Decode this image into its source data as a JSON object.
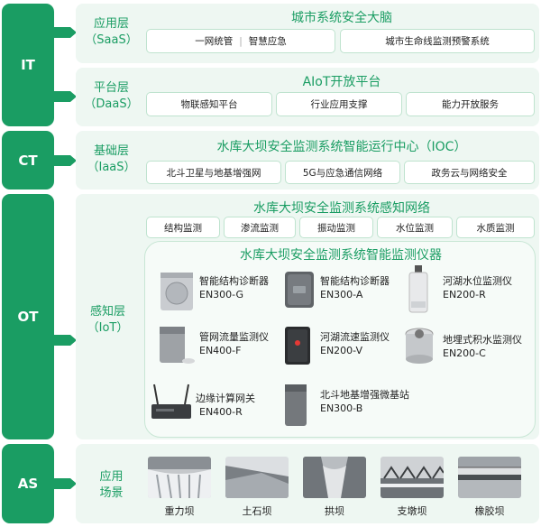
{
  "layers": {
    "it": "IT",
    "ct": "CT",
    "ot": "OT",
    "as": "AS"
  },
  "saas": {
    "label": "应用层\n（SaaS）",
    "title": "城市系统安全大脑",
    "box1": "一网统管",
    "box1b": "智慧应急",
    "box2": "城市生命线监测预警系统"
  },
  "daas": {
    "label": "平台层\n（DaaS）",
    "title": "AIoT开放平台",
    "boxes": [
      "物联感知平台",
      "行业应用支撑",
      "能力开放服务"
    ]
  },
  "iaas": {
    "label": "基础层\n（IaaS）",
    "title": "水库大坝安全监测系统智能运行中心（IOC）",
    "boxes": [
      "北斗卫星与地基增强网",
      "5G与应急通信网络",
      "政务云与网络安全"
    ]
  },
  "iot": {
    "label": "感知层\n（IoT）",
    "title": "水库大坝安全监测系统感知网络",
    "boxes": [
      "结构监测",
      "渗流监测",
      "振动监测",
      "水位监测",
      "水质监测"
    ],
    "sub_title": "水库大坝安全监测系统智能监测仪器",
    "devices": [
      {
        "name": "智能结构诊断器",
        "model": "EN300-G"
      },
      {
        "name": "智能结构诊断器",
        "model": "EN300-A"
      },
      {
        "name": "河湖水位监测仪",
        "model": "EN200-R"
      },
      {
        "name": "管网流量监测仪",
        "model": "EN400-F"
      },
      {
        "name": "河湖流速监测仪",
        "model": "EN200-V"
      },
      {
        "name": "地埋式积水监测仪",
        "model": "EN200-C"
      },
      {
        "name": "边缘计算网关",
        "model": "EN400-R"
      },
      {
        "name": "北斗地基增强微基站",
        "model": "EN300-B"
      }
    ]
  },
  "scenes": {
    "label": "应用\n场景",
    "items": [
      "重力坝",
      "土石坝",
      "拱坝",
      "支墩坝",
      "橡胶坝"
    ]
  },
  "colors": {
    "brand_green": "#1a9d63",
    "panel_bg": "#eef7f2"
  }
}
